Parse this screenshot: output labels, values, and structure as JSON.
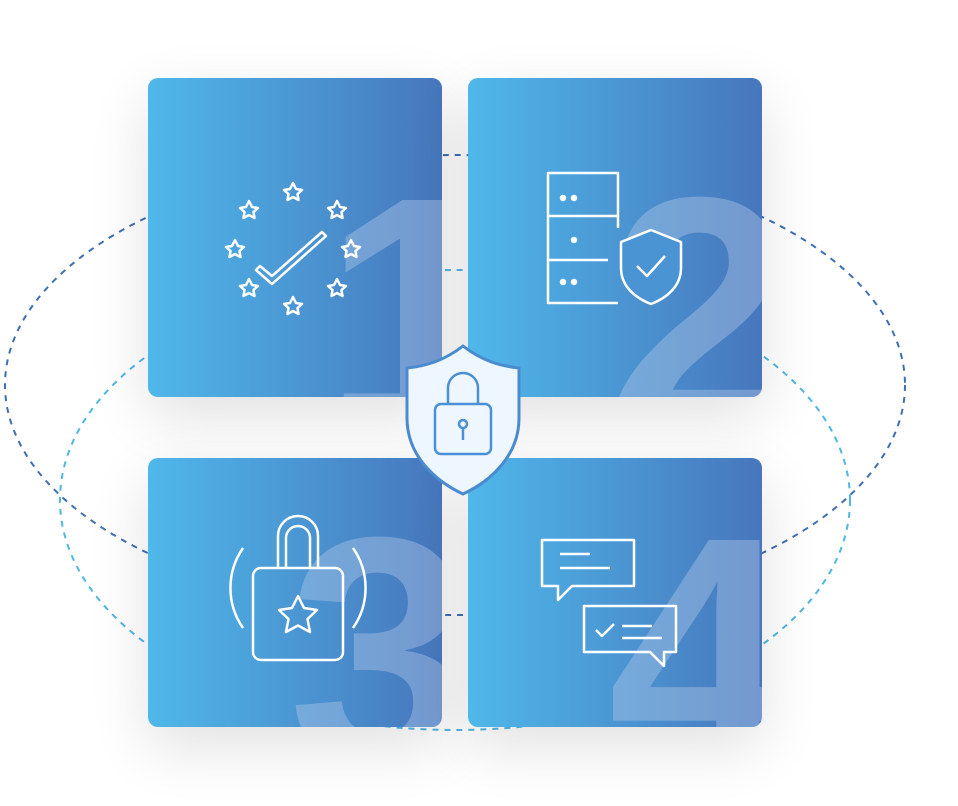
{
  "tiles": [
    {
      "number": "1",
      "icon": "eu-stars-checkmark-icon"
    },
    {
      "number": "2",
      "icon": "server-shield-icon"
    },
    {
      "number": "3",
      "icon": "padlock-star-icon"
    },
    {
      "number": "4",
      "icon": "chat-bubbles-check-icon"
    }
  ],
  "center_icon": "shield-padlock-icon",
  "colors": {
    "tile_start": "#4fb8ea",
    "tile_end": "#4776bc",
    "ring_dark": "#3e6fb5",
    "ring_light": "#4fb6e6",
    "shield_fill": "#eef7ff"
  }
}
